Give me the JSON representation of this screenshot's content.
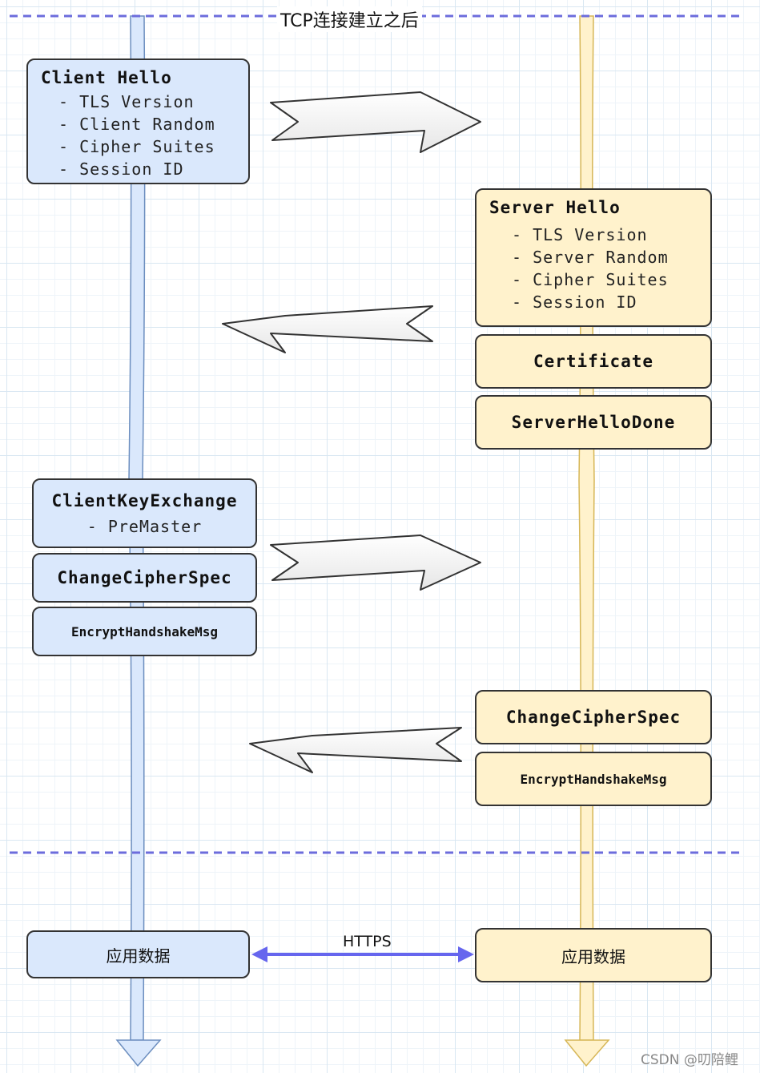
{
  "header": {
    "title": "TCP连接建立之后"
  },
  "client_hello": {
    "title": "Client Hello",
    "items": [
      "- TLS Version",
      "- Client Random",
      "- Cipher Suites",
      "- Session ID"
    ]
  },
  "server_hello": {
    "title": "Server Hello",
    "items": [
      "- TLS Version",
      "- Server Random",
      "- Cipher Suites",
      "- Session ID"
    ]
  },
  "server_certificate": {
    "label": "Certificate"
  },
  "server_hello_done": {
    "label": "ServerHelloDone"
  },
  "client_key_exchange": {
    "title": "ClientKeyExchange",
    "item": "- PreMaster"
  },
  "client_change_cipher": {
    "label": "ChangeCipherSpec"
  },
  "client_encrypt": {
    "label": "EncryptHandshakeMsg"
  },
  "server_change_cipher": {
    "label": "ChangeCipherSpec"
  },
  "server_encrypt": {
    "label": "EncryptHandshakeMsg"
  },
  "app_data": {
    "client_label": "应用数据",
    "server_label": "应用数据",
    "protocol_label": "HTTPS"
  },
  "watermark": "CSDN @叨陪鲤",
  "colors": {
    "client_fill": "#dae8fc",
    "server_fill": "#fff2cc",
    "divider": "#6c6cdc",
    "https_arrow": "#6666ee",
    "message_arrow_fill": "#f2f2f2"
  }
}
